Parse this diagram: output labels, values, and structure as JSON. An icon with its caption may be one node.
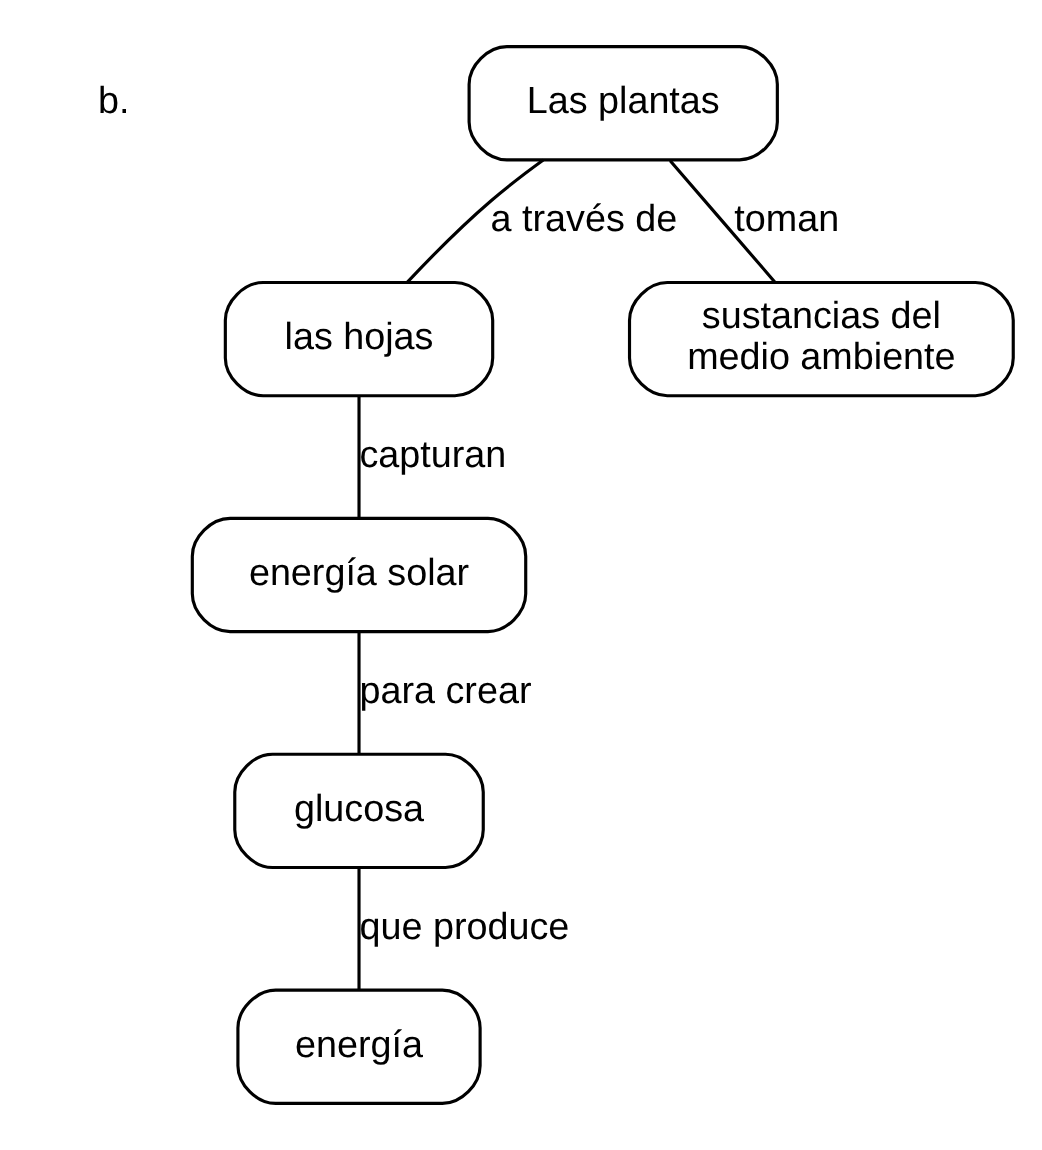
{
  "diagram": {
    "nodes": [
      {
        "text": [
          "Las plantas"
        ]
      },
      {
        "text": [
          "las hojas"
        ]
      },
      {
        "text": [
          "sustancias del medio ambiente"
        ]
      },
      {
        "text": [
          "energía solar"
        ]
      },
      {
        "text": [
          "glucosa"
        ]
      },
      {
        "text": [
          "energía"
        ]
      }
    ],
    "edges": [
      {
        "from": 0,
        "to": 1,
        "arrow": "none",
        "label": "a través de"
      },
      {
        "from": 0,
        "to": 2,
        "arrow": "none",
        "label": "toman"
      },
      {
        "from": 1,
        "to": 3,
        "arrow": "none",
        "label": "capturan"
      },
      {
        "from": 3,
        "to": 4,
        "arrow": "none",
        "label": "para crear"
      },
      {
        "from": 4,
        "to": 5,
        "arrow": "none",
        "label": "que produce"
      }
    ],
    "labels": [
      "b."
    ]
  }
}
